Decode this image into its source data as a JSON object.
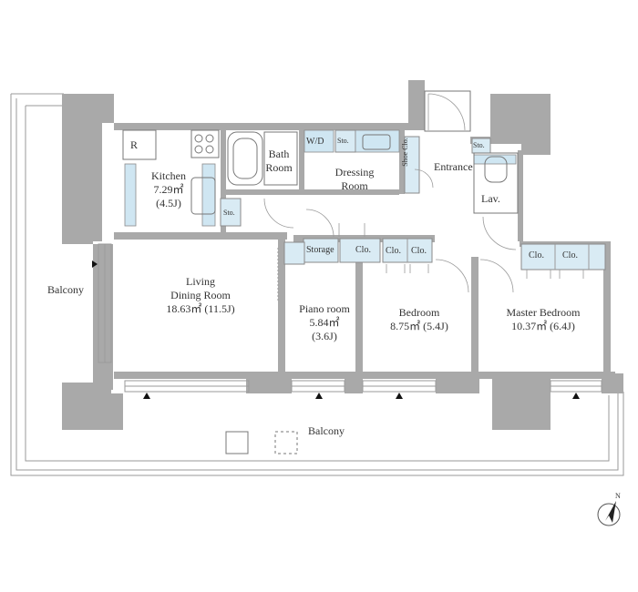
{
  "rooms": {
    "balcony_left": "Balcony",
    "balcony_bottom": "Balcony",
    "kitchen": {
      "name": "Kitchen",
      "area": "7.29㎡",
      "jo": "(4.5J)"
    },
    "refrigerator": "R",
    "living": {
      "line1": "Living",
      "line2": "Dining Room",
      "area": "18.63㎡ (11.5J)"
    },
    "bath": {
      "line1": "Bath",
      "line2": "Room"
    },
    "washer": "W/D",
    "dressing": {
      "line1": "Dressing",
      "line2": "Room"
    },
    "entrance": "Entrance",
    "lavatory": "Lav.",
    "piano": {
      "name": "Piano room",
      "area": "5.84㎡",
      "jo": "(3.6J)"
    },
    "bedroom": {
      "name": "Bedroom",
      "area": "8.75㎡ (5.4J)"
    },
    "master": {
      "name": "Master Bedroom",
      "area": "10.37㎡ (6.4J)"
    },
    "storage": "Storage",
    "shoe_closet": "Shoe Clo.",
    "sto": "Sto.",
    "clo": "Clo."
  },
  "compass": {
    "label": "N"
  }
}
